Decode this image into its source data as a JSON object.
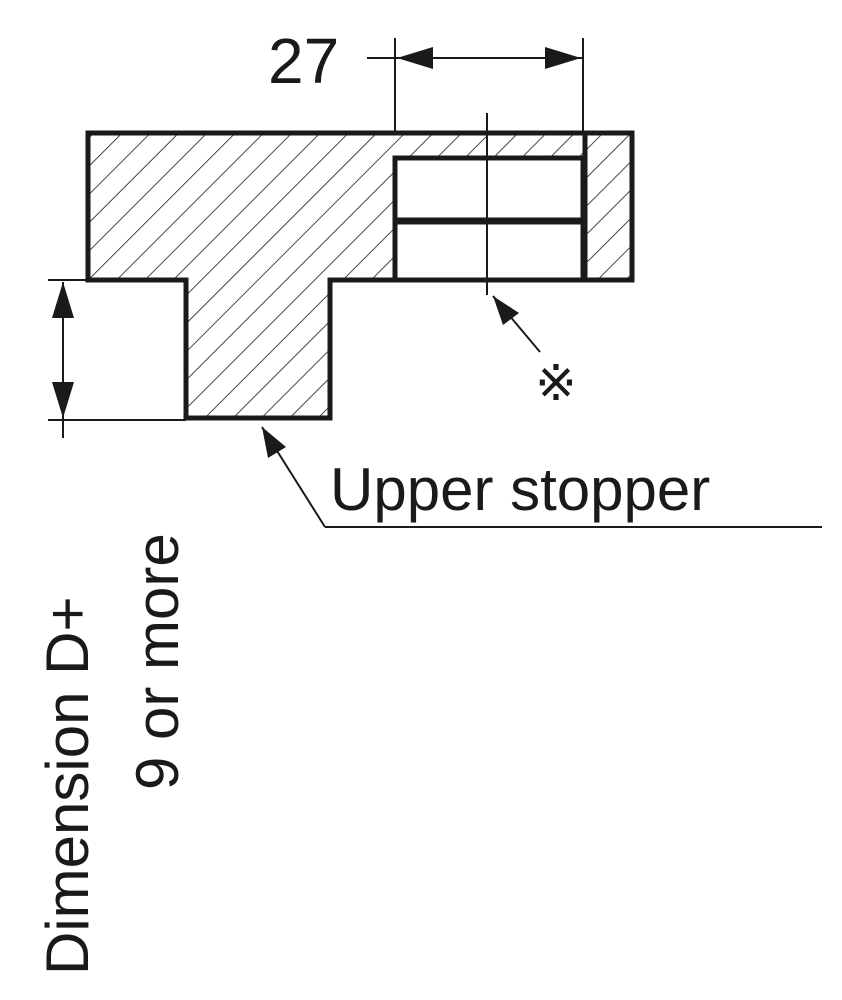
{
  "dimension_top": "27",
  "reference_mark": "※",
  "callout_label": "Upper stopper",
  "vertical_dimension": {
    "line1": "Dimension D+",
    "line2": "9 or more"
  }
}
